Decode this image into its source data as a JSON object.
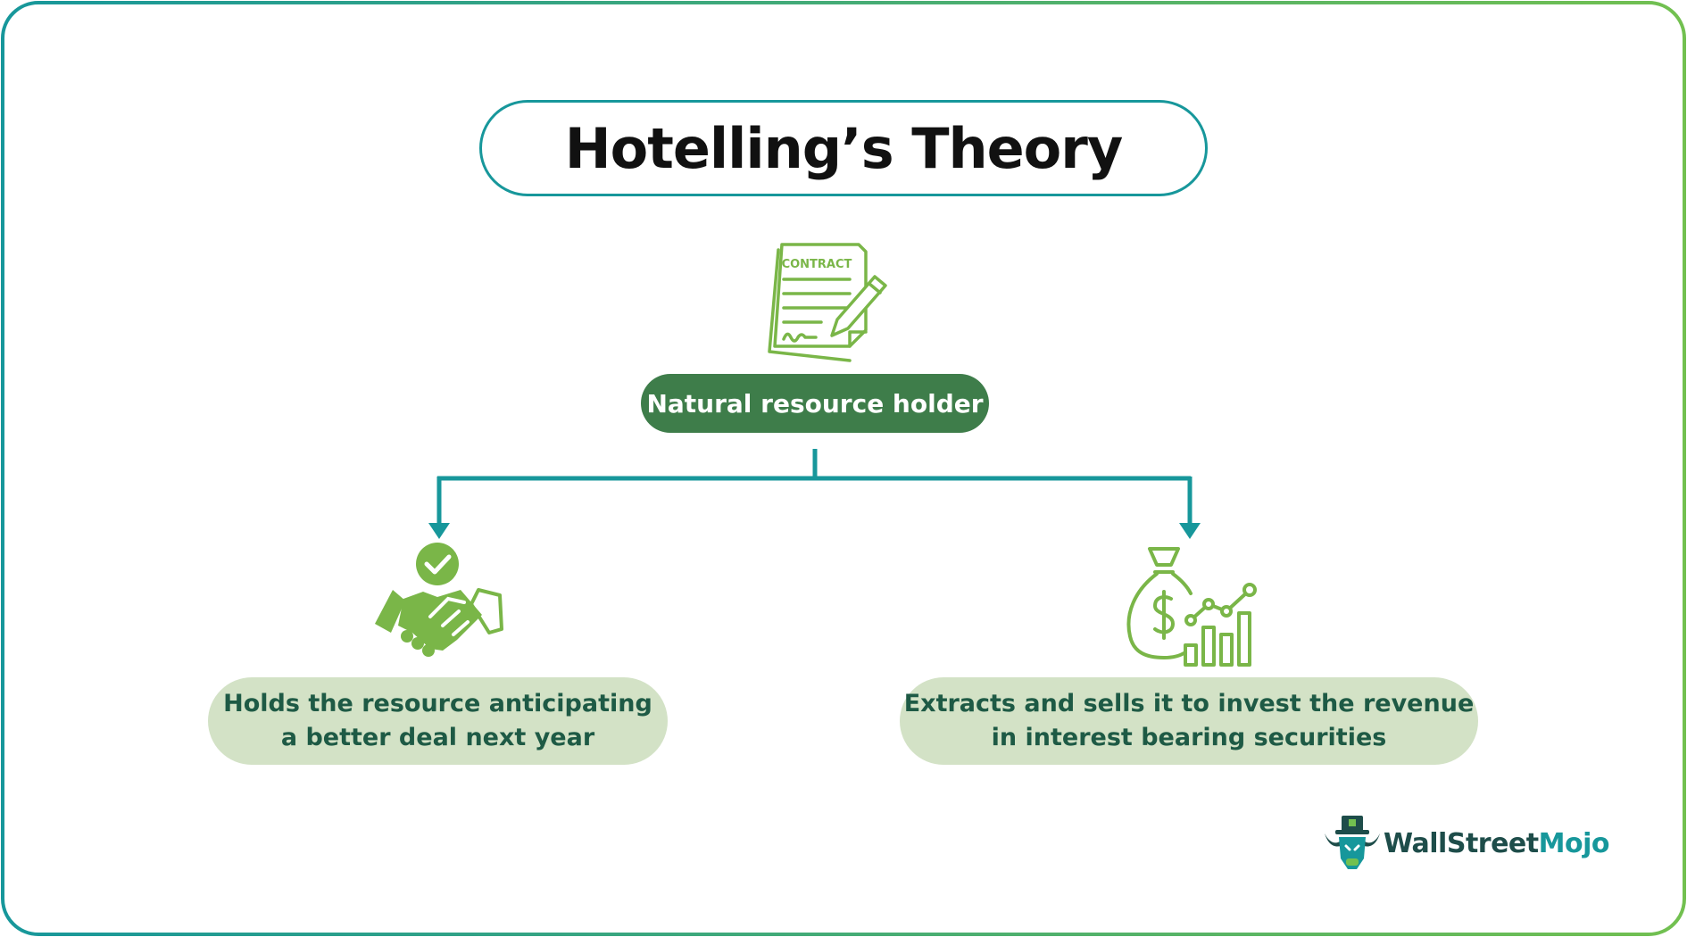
{
  "title": "Hotelling’s Theory",
  "root": {
    "label": "Natural resource holder",
    "icon": "contract-icon",
    "icon_text": "CONTRACT"
  },
  "branches": [
    {
      "icon": "handshake-icon",
      "line1": "Holds the resource anticipating",
      "line2": "a better deal next year"
    },
    {
      "icon": "money-bag-growth-icon",
      "line1": "Extracts and sells it to invest the revenue",
      "line2": "in interest bearing securities"
    }
  ],
  "brand": {
    "part1": "WallStreet",
    "part2": "Mojo"
  },
  "colors": {
    "frame_gradient_start": "#17979b",
    "frame_gradient_end": "#72c050",
    "connector": "#17979b",
    "root_fill": "#3e7d4a",
    "leaf_fill": "#d3e2c6",
    "leaf_text": "#1e5a45",
    "icon_green": "#7ab648"
  }
}
